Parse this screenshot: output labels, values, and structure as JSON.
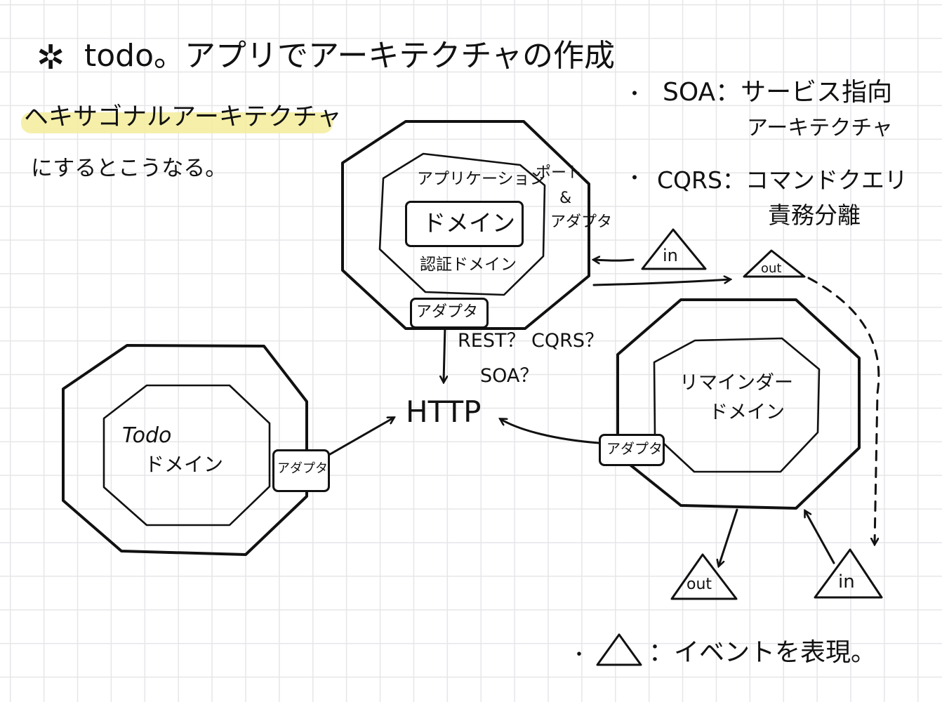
{
  "page": {
    "star_glyph": "✲",
    "title": "todo。アプリでアーキテクチャの作成",
    "subtitle_highlight": "ヘキサゴナルアーキテクチャ",
    "subtitle_rest": "にするとこうなる。",
    "highlight_color": "#f3ec9b"
  },
  "notes": {
    "soa_bullet": "・",
    "soa_line1": "SOA：サービス指向",
    "soa_line2": "アーキテクチャ",
    "cqrs_bullet": "・",
    "cqrs_line1": "CQRS：コマンドクエリ",
    "cqrs_line2": "責務分離",
    "legend_bullet": "・",
    "legend_text": "：イベントを表現。"
  },
  "center_hexagon": {
    "application_label": "アプリケーション",
    "domain_label": "ドメイン",
    "auth_domain_label": "認証ドメイン",
    "port_adapter_line1": "ポート",
    "port_adapter_line2": "&",
    "port_adapter_line3": "アダプタ",
    "adapter_label": "アダプタ",
    "in_event": "in",
    "out_event": "out"
  },
  "http": {
    "label": "HTTP",
    "question_line1": "REST？ CQRS？",
    "question_line2": "SOA？"
  },
  "todo_hexagon": {
    "domain_line1": "Todo",
    "domain_line2": "ドメイン",
    "adapter_label": "アダプタ"
  },
  "reminder_hexagon": {
    "domain_line1": "リマインダー",
    "domain_line2": "ドメイン",
    "adapter_label": "アダプタ",
    "out_event": "out",
    "in_event": "in"
  }
}
